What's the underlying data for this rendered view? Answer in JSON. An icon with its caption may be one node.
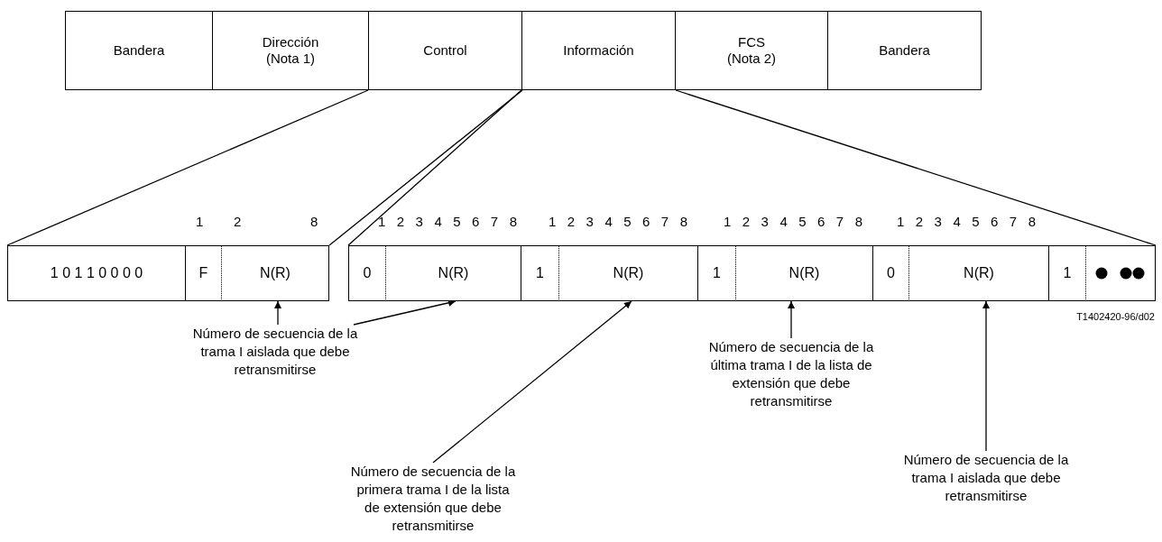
{
  "diagram": {
    "nodes": [
      {
        "text": [
          "Bandera"
        ]
      },
      {
        "text": [
          "Dirección",
          "(Nota 1)"
        ]
      },
      {
        "text": [
          "Control"
        ]
      },
      {
        "text": [
          "Información"
        ]
      },
      {
        "text": [
          "FCS",
          "(Nota 2)"
        ]
      },
      {
        "text": [
          "Bandera"
        ]
      },
      {
        "text": [
          "1 0 1 1 0 0 0 0"
        ]
      },
      {
        "text": [
          "F"
        ]
      },
      {
        "text": [
          "N(R)"
        ]
      },
      {
        "text": [
          "0"
        ]
      },
      {
        "text": [
          "N(R)"
        ]
      },
      {
        "text": [
          "1"
        ]
      },
      {
        "text": [
          "N(R)"
        ]
      },
      {
        "text": [
          "1"
        ]
      },
      {
        "text": [
          "N(R)"
        ]
      },
      {
        "text": [
          "0"
        ]
      },
      {
        "text": [
          "N(R)"
        ]
      },
      {
        "text": [
          "1"
        ]
      },
      {
        "text": [
          "Número de secuencia de la trama I aislada que debe retransmitirse"
        ]
      },
      {
        "text": [
          "Número de secuencia de la primera trama I de la lista de extensión que debe retransmitirse"
        ]
      },
      {
        "text": [
          "Número de secuencia de la última trama I de la lista de extensión que debe retransmitirse"
        ]
      },
      {
        "text": [
          "Número de secuencia de la trama I aislada que debe retransmitirse"
        ]
      },
      {
        "text": [],
        "shape": "box"
      }
    ],
    "edges": [
      {
        "from": 18,
        "to": 8,
        "arrow": "to"
      },
      {
        "from": 18,
        "to": 10,
        "arrow": "to"
      },
      {
        "from": 19,
        "to": 12,
        "arrow": "to"
      },
      {
        "from": 20,
        "to": 14,
        "arrow": "to"
      },
      {
        "from": 21,
        "to": 16,
        "arrow": "to"
      },
      {
        "from": 2,
        "to": 6,
        "arrow": "none"
      },
      {
        "from": 2,
        "to": 8,
        "arrow": "none"
      },
      {
        "from": 3,
        "to": 9,
        "arrow": "none"
      },
      {
        "from": 3,
        "to": 22,
        "arrow": "none"
      }
    ],
    "labels": [
      "1",
      "2",
      "8",
      "1 2 3 4 5 6 7 8",
      "1 2 3 4 5 6 7 8",
      "1 2 3 4 5 6 7 8",
      "1 2 3 4 5 6 7 8",
      "T1402420-96/d02"
    ]
  }
}
